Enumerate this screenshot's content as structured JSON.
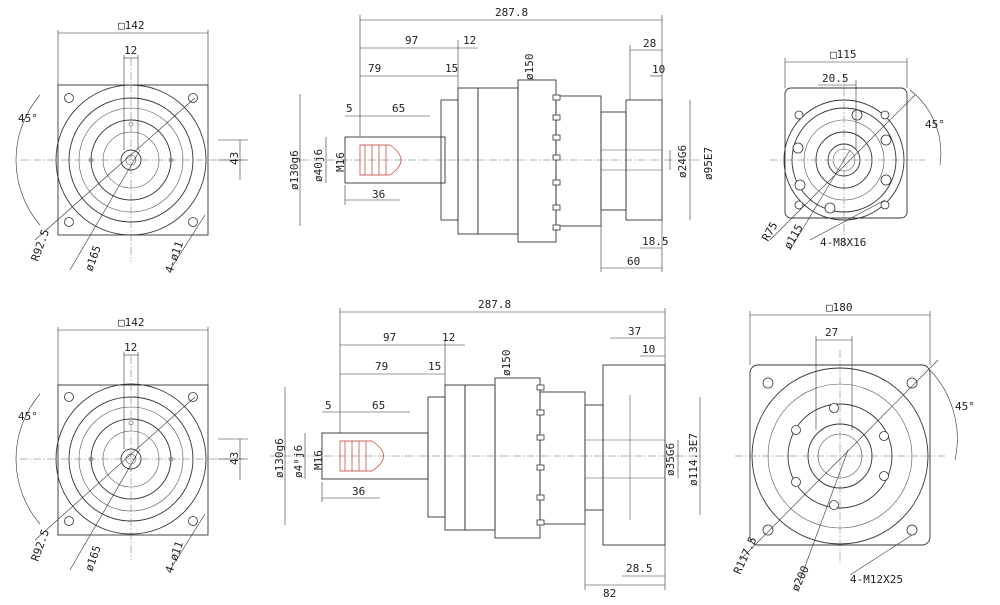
{
  "views": {
    "flange_top_left": {
      "square": "□142",
      "key": "12",
      "angle": "45°",
      "bolt_pitch_radius": "R92.5",
      "pitch_dia": "ø165",
      "holes": "4-ø11",
      "offset": "43"
    },
    "side_top": {
      "overall": "287.8",
      "len97": "97",
      "len12": "12",
      "len79": "79",
      "len15": "15",
      "len5": "5",
      "len65": "65",
      "len36": "36",
      "dia150": "ø150",
      "dia130": "ø130g6",
      "dia40": "ø40j6",
      "thread": "M16",
      "len28": "28",
      "len10": "10",
      "bore": "ø24G6",
      "spigot": "ø95E7",
      "len18_5": "18.5",
      "len60": "60"
    },
    "motor_top_right": {
      "square": "□115",
      "key": "20.5",
      "angle": "45°",
      "radius": "R75",
      "pitch_dia": "ø115",
      "holes": "4-M8X16"
    },
    "flange_bottom_left": {
      "square": "□142",
      "key": "12",
      "angle": "45°",
      "bolt_pitch_radius": "R92.5",
      "pitch_dia": "ø165",
      "holes": "4-ø11",
      "offset": "43"
    },
    "side_bottom": {
      "overall": "287.8",
      "len97": "97",
      "len12": "12",
      "len79": "79",
      "len15": "15",
      "len5": "5",
      "len65": "65",
      "len36": "36",
      "dia150": "ø150",
      "dia130": "ø130g6",
      "dia40": "ø4⁰j6",
      "thread": "M16",
      "len37": "37",
      "len10": "10",
      "bore": "ø35G6",
      "spigot": "ø114.3E7",
      "len28_5": "28.5",
      "len82": "82"
    },
    "motor_bottom_right": {
      "square": "□180",
      "key": "27",
      "angle": "45°",
      "radius": "R117.5",
      "pitch_dia": "ø200",
      "holes": "4-M12X25"
    }
  },
  "colors": {
    "line": "#333333",
    "hatch": "#c0392b",
    "background": "#ffffff"
  }
}
